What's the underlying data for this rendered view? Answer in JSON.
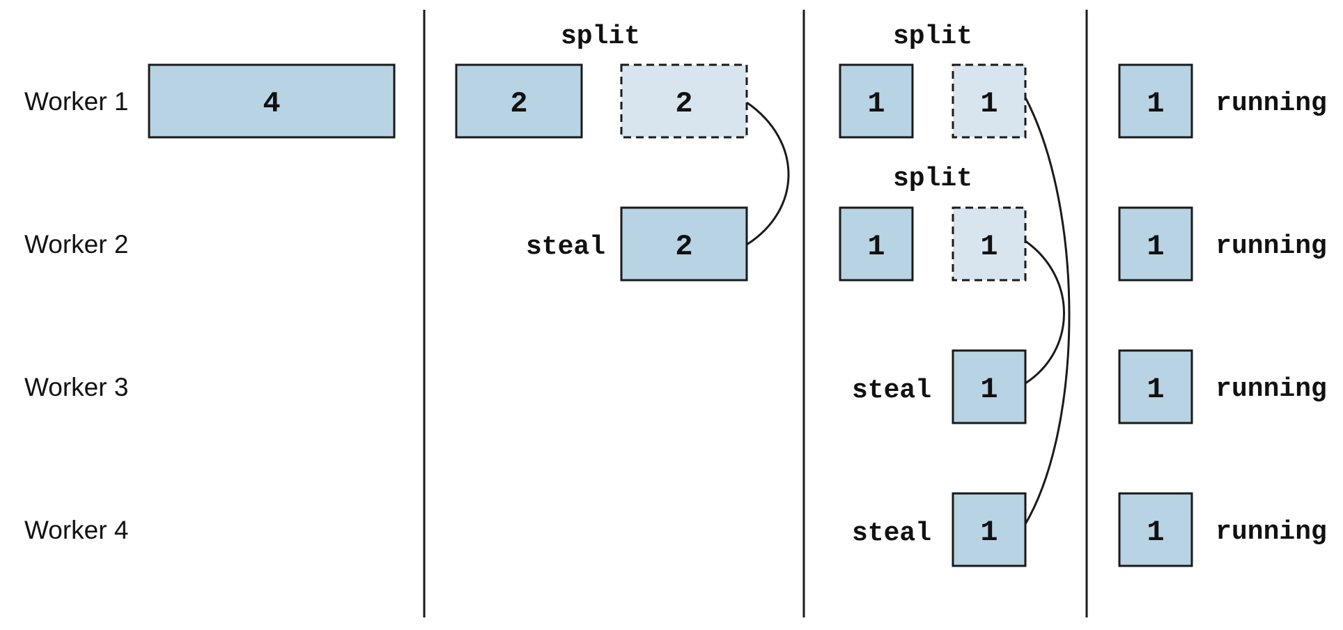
{
  "diagram": {
    "workers": [
      {
        "label": "Worker 1"
      },
      {
        "label": "Worker 2"
      },
      {
        "label": "Worker 3"
      },
      {
        "label": "Worker 4"
      }
    ],
    "phase1": {
      "worker1_task": "4"
    },
    "phase2": {
      "split_label": "split",
      "worker1_kept_task": "2",
      "worker1_split_task": "2",
      "steal_label": "steal",
      "worker2_stolen_task": "2"
    },
    "phase3": {
      "split_label_worker1": "split",
      "split_label_worker2": "split",
      "worker1_kept_task": "1",
      "worker1_split_task": "1",
      "worker2_kept_task": "1",
      "worker2_split_task": "1",
      "steal_label_worker3": "steal",
      "worker3_stolen_task": "1",
      "steal_label_worker4": "steal",
      "worker4_stolen_task": "1"
    },
    "phase4": {
      "rows": [
        {
          "task": "1",
          "status": "running"
        },
        {
          "task": "1",
          "status": "running"
        },
        {
          "task": "1",
          "status": "running"
        },
        {
          "task": "1",
          "status": "running"
        }
      ]
    },
    "colors": {
      "task_fill": "#b8d3e3",
      "split_task_fill": "#d9e5ee",
      "stroke": "#1a1a1a"
    }
  }
}
